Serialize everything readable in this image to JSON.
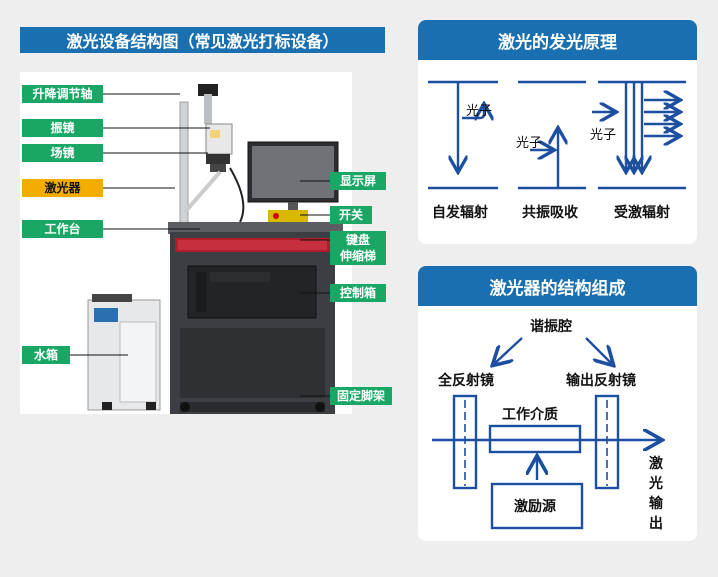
{
  "left_panel": {
    "title": "激光设备结构图（常见激光打标设备）",
    "labels": {
      "lift_axis": "升降调节轴",
      "galvo": "振镜",
      "field_lens": "场镜",
      "laser": "激光器",
      "worktable": "工作台",
      "water_tank": "水箱",
      "display": "显示屏",
      "switch": "开关",
      "keyboard_1": "键盘",
      "keyboard_2": "伸缩梯",
      "control_box": "控制箱",
      "stand": "固定脚架"
    }
  },
  "emission_card": {
    "title": "激光的发光原理",
    "photon": "光子",
    "captions": [
      "自发辐射",
      "共振吸收",
      "受激辐射"
    ]
  },
  "structure_card": {
    "title": "激光器的结构组成",
    "resonator": "谐振腔",
    "full_mirror": "全反射镜",
    "output_mirror": "输出反射镜",
    "medium": "工作介质",
    "pump": "激励源",
    "output": [
      "激",
      "光",
      "输",
      "出"
    ]
  },
  "colors": {
    "title_blue": "#1a6fb0",
    "label_green": "#1aa765",
    "label_orange": "#f2ad00",
    "diagram_blue": "#1c4fa0"
  }
}
